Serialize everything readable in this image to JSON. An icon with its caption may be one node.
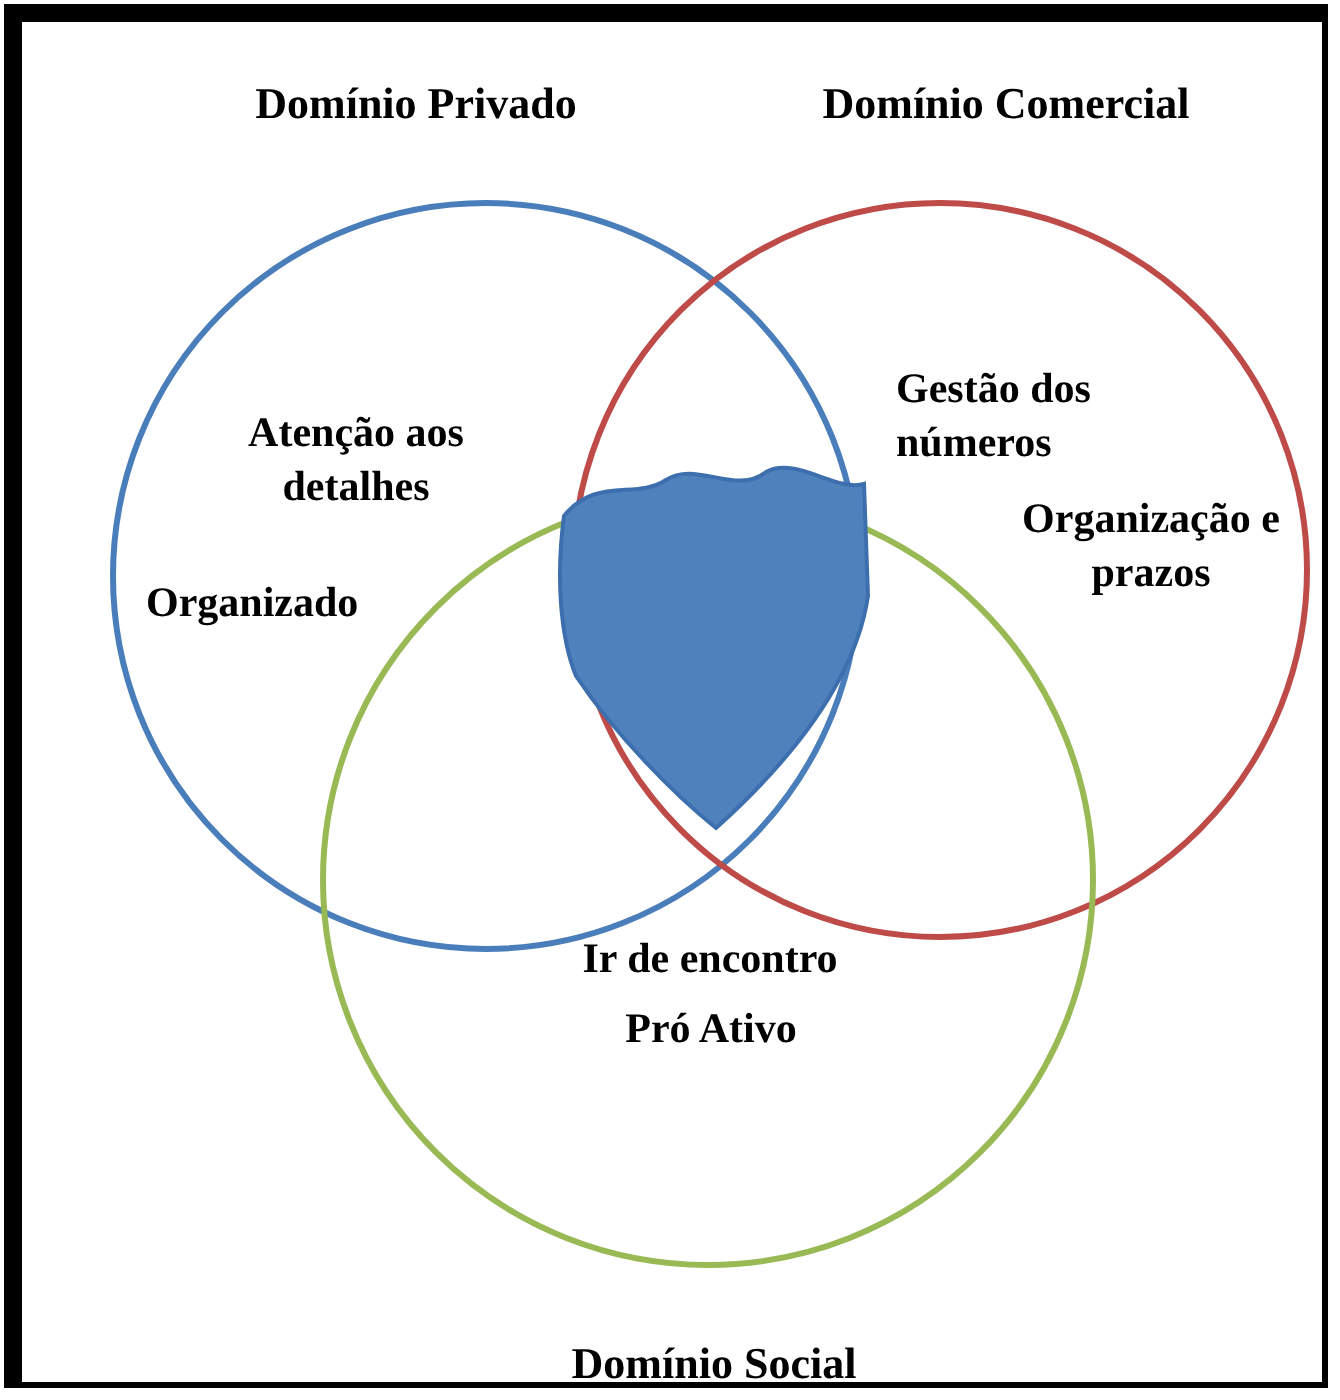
{
  "diagram": {
    "nodes": [
      {
        "text": [
          "Domínio Privado",
          "Atenção aos detalhes",
          "Organizado"
        ]
      },
      {
        "text": [
          "Domínio Comercial",
          "Gestão dos números",
          "Organização e prazos"
        ]
      },
      {
        "text": [
          "Ir de encontro",
          "Pró Ativo",
          "Domínio Social"
        ]
      },
      {
        "text": [],
        "shape": "blob"
      }
    ]
  }
}
